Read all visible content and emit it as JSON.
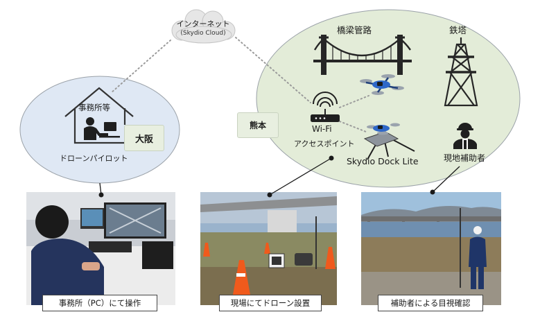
{
  "cloud": {
    "title": "インターネット",
    "subtitle": "(Skydio Cloud)"
  },
  "office": {
    "label": "事務所等",
    "city": "大阪",
    "role": "ドローンパイロット"
  },
  "site": {
    "city": "熊本",
    "bridge": "橋梁管路",
    "tower": "鉄塔",
    "wifi": "Wi-Fi",
    "access_point": "アクセスポイント",
    "dock": "Skydio Dock Lite",
    "assistant": "現地補助者"
  },
  "photos": [
    {
      "caption": "事務所（PC）にて操作"
    },
    {
      "caption": "現場にてドローン設置"
    },
    {
      "caption": "補助者による目視確認"
    }
  ],
  "colors": {
    "bubble_office": "#dfe8f4",
    "bubble_site": "#e3ecd8",
    "bubble_stroke": "#9aa1a8",
    "cloud": "#e6e6e6",
    "drone_blue": "#2f68c8",
    "icon_dark": "#1f1f1f"
  }
}
